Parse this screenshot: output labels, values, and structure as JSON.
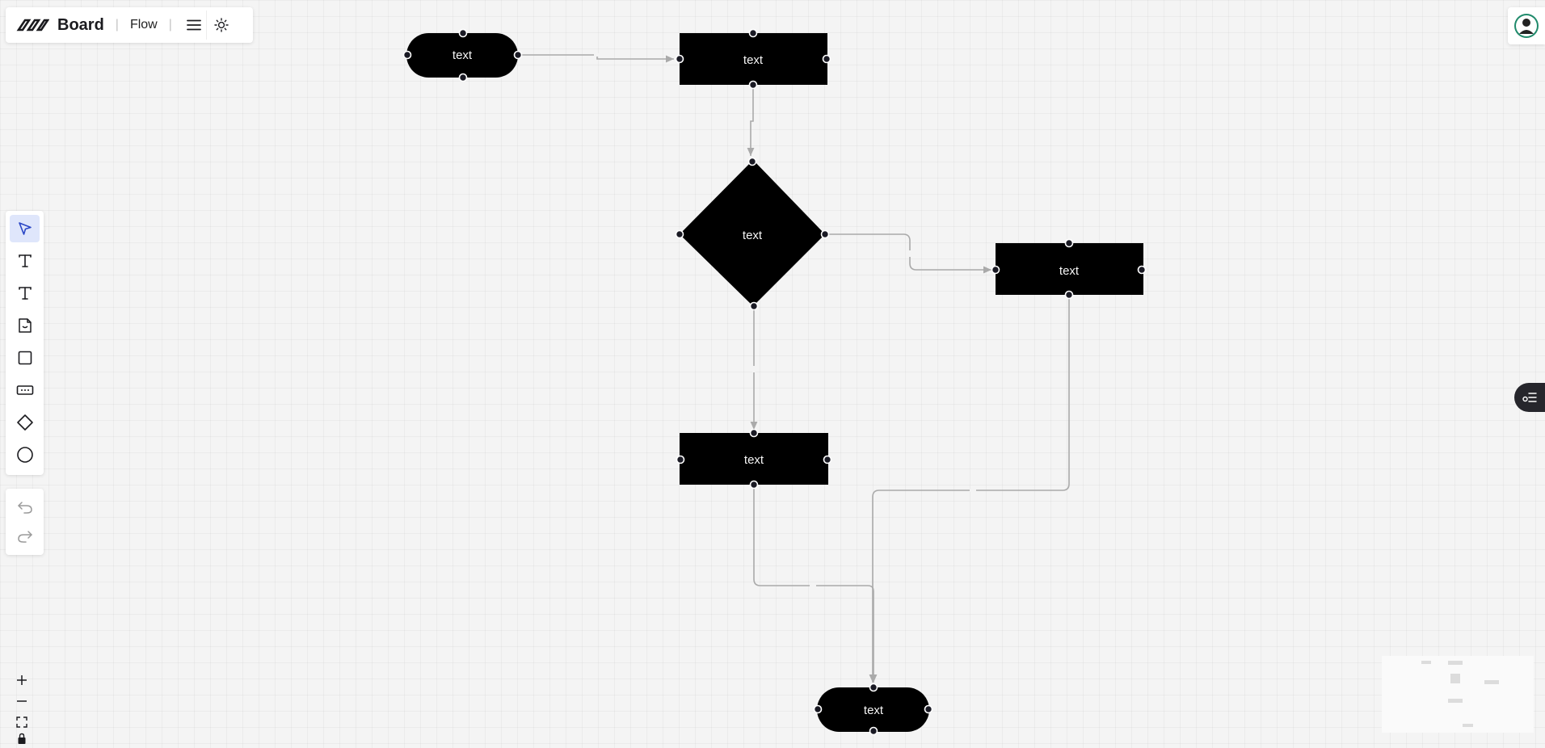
{
  "app": {
    "brand": "Board",
    "board_name": "Flow"
  },
  "icons": {
    "logo": "infinity-logo",
    "menu": "hamburger-icon",
    "theme": "sun-icon",
    "avatar": "user-avatar",
    "outline": "outline-list-icon"
  },
  "toolbar": {
    "tools": [
      {
        "name": "select-tool",
        "icon": "cursor-arrow-icon",
        "active": true
      },
      {
        "name": "text-tool",
        "icon": "text-t-icon"
      },
      {
        "name": "heading-tool",
        "icon": "text-t-icon"
      },
      {
        "name": "sticky-note-tool",
        "icon": "sticky-note-icon"
      },
      {
        "name": "rectangle-tool",
        "icon": "square-icon"
      },
      {
        "name": "input-shape-tool",
        "icon": "input-box-icon"
      },
      {
        "name": "diamond-tool",
        "icon": "diamond-icon"
      },
      {
        "name": "ellipse-tool",
        "icon": "circle-icon"
      }
    ],
    "history": [
      "undo-icon",
      "redo-icon"
    ]
  },
  "zoom_controls": [
    "zoom-in-icon",
    "zoom-out-icon",
    "fit-view-icon",
    "lock-icon"
  ],
  "colors": {
    "node_fill": "#000000",
    "node_text": "#f5f5f5",
    "edge": "#aaaaaa",
    "active_tool_bg": "#dfe6fb",
    "accent_blue": "#2b47c6"
  },
  "flow": {
    "nodes": [
      {
        "id": "start",
        "shape": "terminal",
        "label": "text"
      },
      {
        "id": "process-1",
        "shape": "rectangle",
        "label": "text"
      },
      {
        "id": "decision",
        "shape": "diamond",
        "label": "text"
      },
      {
        "id": "process-2",
        "shape": "rectangle",
        "label": "text"
      },
      {
        "id": "process-3",
        "shape": "rectangle",
        "label": "text"
      },
      {
        "id": "end",
        "shape": "terminal",
        "label": "text"
      }
    ],
    "edges": [
      {
        "from": "start",
        "to": "process-1"
      },
      {
        "from": "process-1",
        "to": "decision"
      },
      {
        "from": "decision",
        "to": "process-2"
      },
      {
        "from": "decision",
        "to": "process-3"
      },
      {
        "from": "process-3",
        "to": "end"
      },
      {
        "from": "process-2",
        "to": "end"
      }
    ]
  }
}
